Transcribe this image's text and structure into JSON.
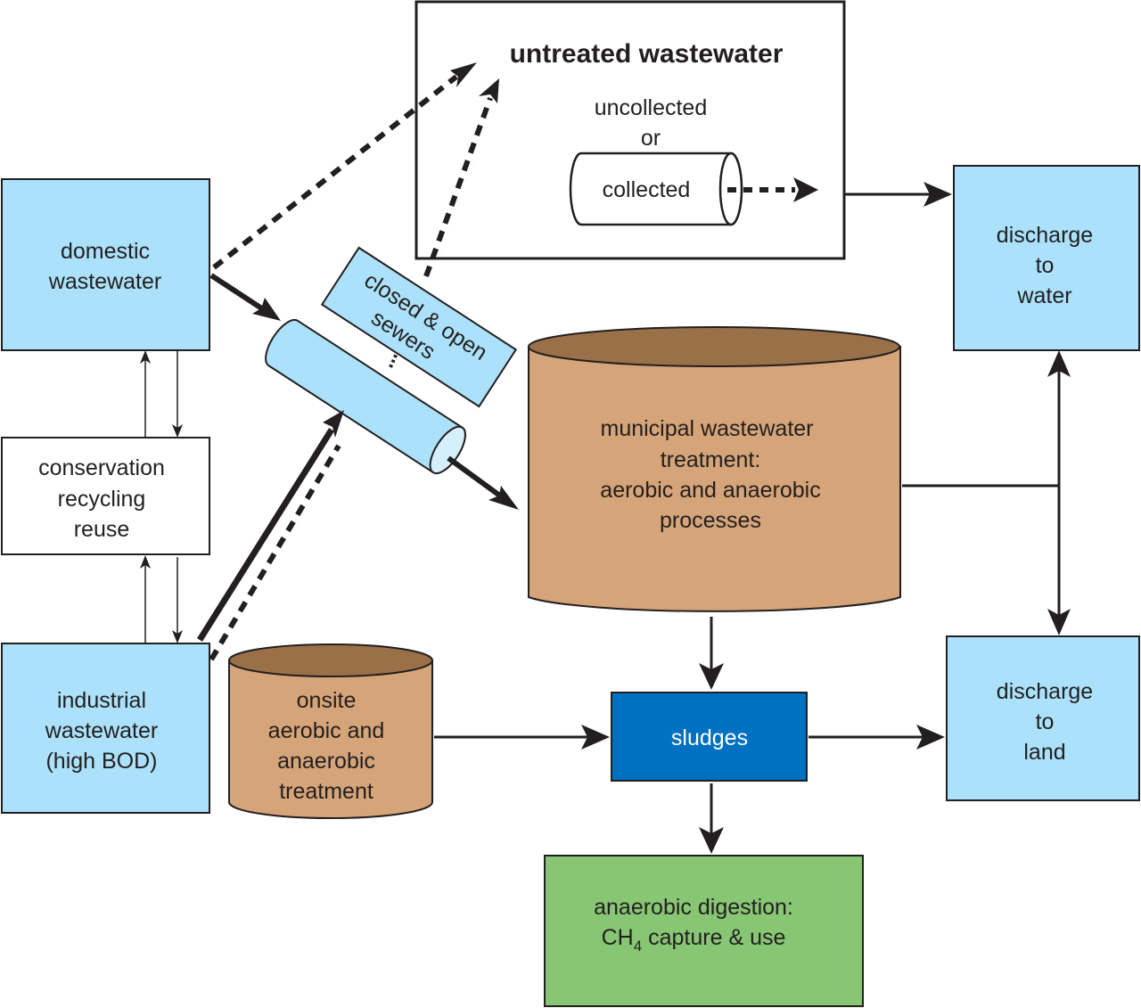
{
  "untreated": {
    "title": "untreated wastewater",
    "uncollected": "uncollected",
    "or": "or",
    "collected": "collected"
  },
  "domestic": {
    "line1": "domestic",
    "line2": "wastewater"
  },
  "conservation": {
    "line1": "conservation",
    "line2": "recycling",
    "line3": "reuse"
  },
  "industrial": {
    "line1": "industrial",
    "line2": "wastewater",
    "line3": "(high BOD)"
  },
  "sewers": {
    "line1": "closed & open",
    "line2": "sewers"
  },
  "municipal": {
    "line1": "municipal wastewater",
    "line2": "treatment:",
    "line3": "aerobic and anaerobic",
    "line4": "processes"
  },
  "onsite": {
    "line1": "onsite",
    "line2": "aerobic and",
    "line3": "anaerobic",
    "line4": "treatment"
  },
  "sludges": {
    "label": "sludges"
  },
  "discharge_water": {
    "line1": "discharge",
    "line2": "to",
    "line3": "water"
  },
  "discharge_land": {
    "line1": "discharge",
    "line2": "to",
    "line3": "land"
  },
  "digestion": {
    "line1": "anaerobic digestion:",
    "line2_pre": "CH",
    "line2_sub": "4",
    "line2_post": " capture & use"
  },
  "colors": {
    "light_blue": "#abe1fa",
    "tan": "#d5a478",
    "tan_top": "#9a7048",
    "dark_blue": "#0070c0",
    "green": "#87c673",
    "outline": "#231f20"
  }
}
